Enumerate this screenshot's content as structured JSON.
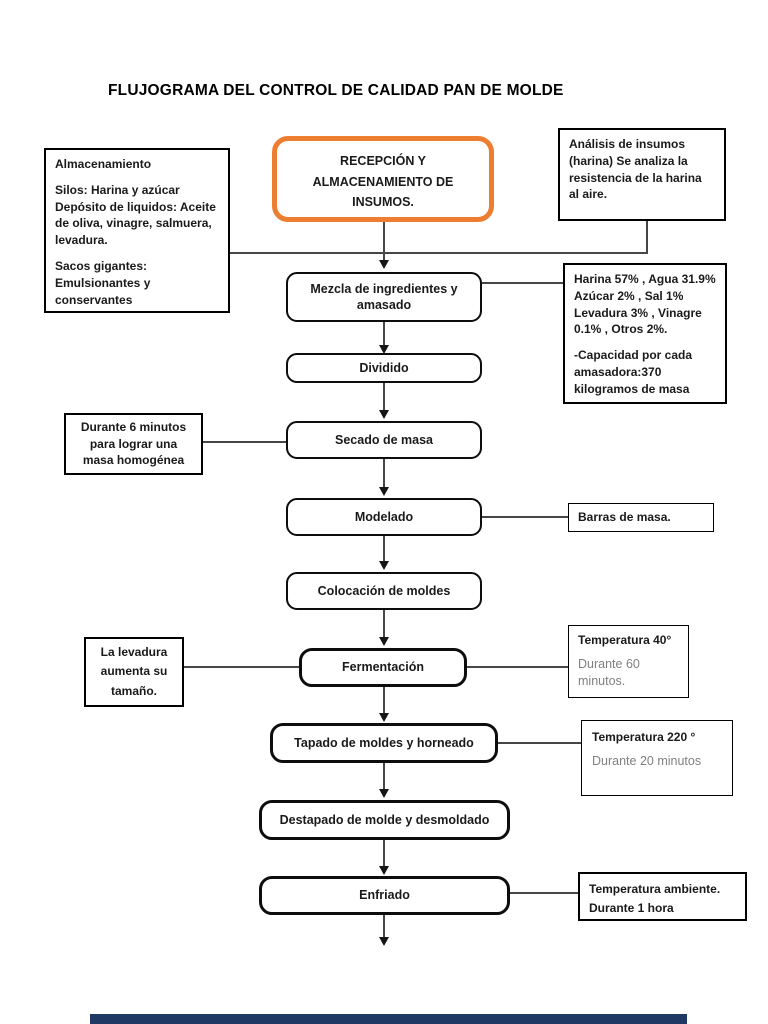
{
  "title": "FLUJOGRAMA DEL CONTROL DE CALIDAD PAN DE MOLDE",
  "colors": {
    "accent_orange": "#ED7D31",
    "box_border": "#000000",
    "connector": "#464646",
    "muted_text": "#808080",
    "footer_bar": "#1F3864"
  },
  "flow": {
    "start_label": "RECEPCIÓN Y ALMACENAMIENTO DE INSUMOS.",
    "steps": {
      "mezcla": "Mezcla de ingredientes y amasado",
      "dividido": "Dividido",
      "secado": "Secado de masa",
      "modelado": "Modelado",
      "colocacion": "Colocación de moldes",
      "fermentacion": "Fermentación",
      "tapado": "Tapado de moldes y horneado",
      "destapado": "Destapado de molde y desmoldado",
      "enfriado": "Enfriado"
    }
  },
  "notes": {
    "almacenamiento": {
      "titulo": "Almacenamiento",
      "p1": "Silos: Harina y azúcar",
      "p2": "Depósito de liquidos: Aceite de oliva, vinagre, salmuera, levadura.",
      "p3": "Sacos gigantes: Emulsionantes y conservantes"
    },
    "analisis": "Análisis de insumos (harina) Se analiza la resistencia de la harina al aire.",
    "ingredientes": {
      "p1": "Harina 57% , Agua 31.9% Azúcar 2% , Sal 1% Levadura 3% , Vinagre 0.1% , Otros 2%.",
      "p2": "-Capacidad por cada amasadora:370 kilogramos de masa"
    },
    "secado_nota": "Durante 6 minutos para lograr una masa homogénea",
    "modelado_nota": "Barras de masa.",
    "fermentacion_nota_izq": "La levadura aumenta su tamaño.",
    "fermentacion_nota_der": {
      "titulo": "Temperatura 40°",
      "detalle": "Durante 60 minutos."
    },
    "horneado_nota": {
      "titulo": "Temperatura 220 °",
      "detalle": "Durante 20 minutos"
    },
    "enfriado_nota": {
      "linea1": "Temperatura ambiente.",
      "linea2": "Durante 1 hora"
    }
  }
}
